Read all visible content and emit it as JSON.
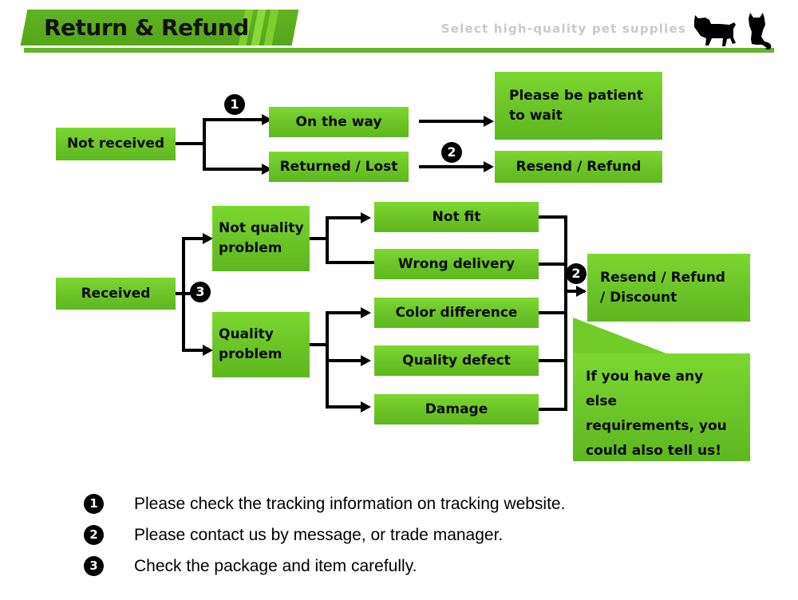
{
  "header": {
    "title": "Return & Refund",
    "tagline": "Select high-quality pet supplies",
    "accent_color": "#5fb321",
    "stripe_color": "#7ece2d",
    "tagline_color": "#c9c9c9",
    "pets_icon": "dog-and-cat-silhouette"
  },
  "theme": {
    "box_green_top": "#7cd82f",
    "box_green_bottom": "#5db81f",
    "line_color": "#000000",
    "badge_bg": "#000000",
    "badge_fg": "#ffffff"
  },
  "flow": {
    "section_not_received": {
      "root": "Not received",
      "branches": [
        {
          "label": "On the way",
          "badge": "1",
          "result": "Please be patient to wait"
        },
        {
          "label": "Returned / Lost",
          "badge": "2",
          "result": "Resend / Refund"
        }
      ]
    },
    "section_received": {
      "root": "Received",
      "badge": "3",
      "categories": [
        {
          "label": "Not quality problem",
          "reasons": [
            "Not fit",
            "Wrong delivery"
          ]
        },
        {
          "label": "Quality problem",
          "reasons": [
            "Color difference",
            "Quality defect",
            "Damage"
          ]
        }
      ],
      "outcome_badge": "2",
      "outcome": "Resend / Refund / Discount",
      "outcome_line1": "Resend / Refund",
      "outcome_line2": "/ Discount"
    },
    "callout": {
      "line1": "If you have any else",
      "line2": "requirements, you",
      "line3": "could also tell us!"
    }
  },
  "legend": {
    "items": [
      {
        "badge": "1",
        "text": "Please check the tracking information on tracking website."
      },
      {
        "badge": "2",
        "text": "Please contact us by message, or trade manager."
      },
      {
        "badge": "3",
        "text": "Check the package and item carefully."
      }
    ]
  }
}
